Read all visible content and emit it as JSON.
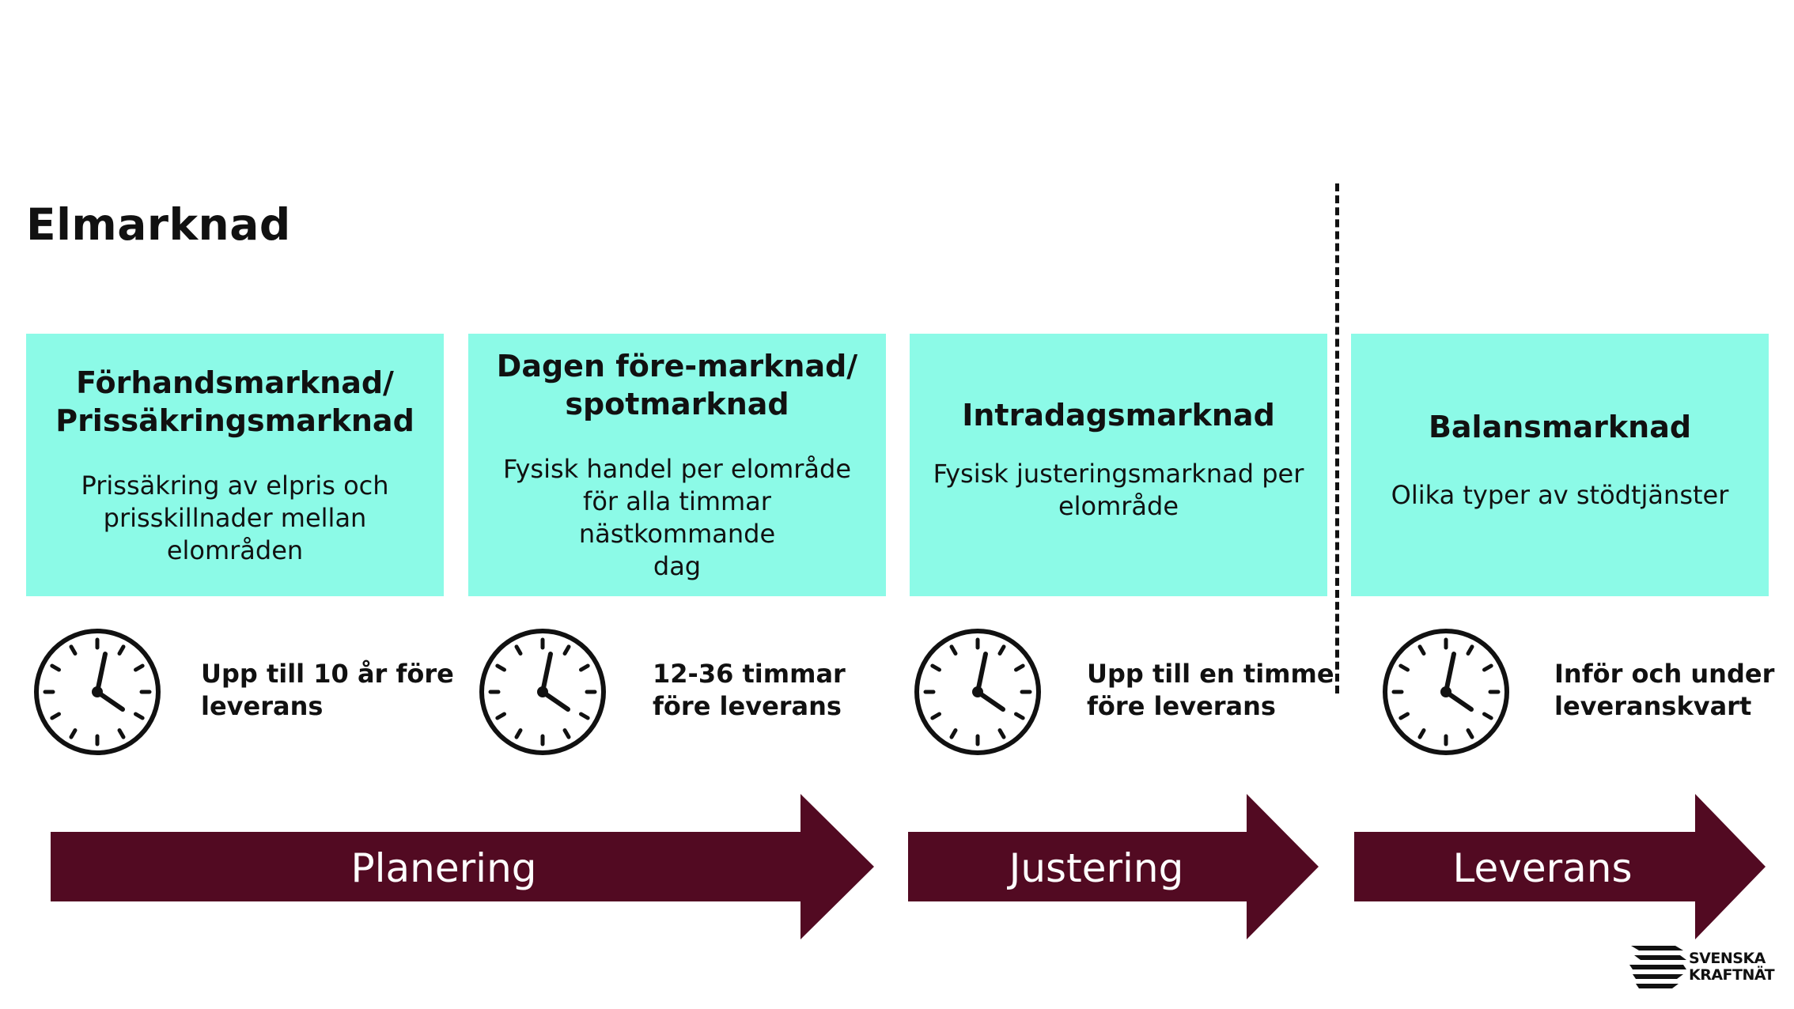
{
  "title": "Elmarknad",
  "colors": {
    "box_fill": "#8cfae7",
    "arrow_fill": "#520a22",
    "text": "#111111"
  },
  "markets": [
    {
      "title": "Förhandsmarknad/\nPrissäkringsmarknad",
      "description": "Prissäkring av elpris och\nprisskillnader mellan\nelområden",
      "timing": "Upp till 10 år före\nleverans",
      "icon": "clock-icon"
    },
    {
      "title": "Dagen före-marknad/\nspotmarknad",
      "description": "Fysisk handel per elområde\nför alla timmar nästkommande\ndag",
      "timing": "12-36 timmar\nföre leverans",
      "icon": "clock-icon"
    },
    {
      "title": "Intradagsmarknad",
      "description": "Fysisk justeringsmarknad per\nelområde",
      "timing": "Upp till en timme\nföre leverans",
      "icon": "clock-icon"
    },
    {
      "title": "Balansmarknad",
      "description": "Olika typer av stödtjänster",
      "timing": "Inför och under\nleveranskvart",
      "icon": "clock-icon"
    }
  ],
  "phases": [
    {
      "label": "Planering"
    },
    {
      "label": "Justering"
    },
    {
      "label": "Leverans"
    }
  ],
  "logo": {
    "line1": "SVENSKA",
    "line2": "KRAFTNÄT"
  }
}
